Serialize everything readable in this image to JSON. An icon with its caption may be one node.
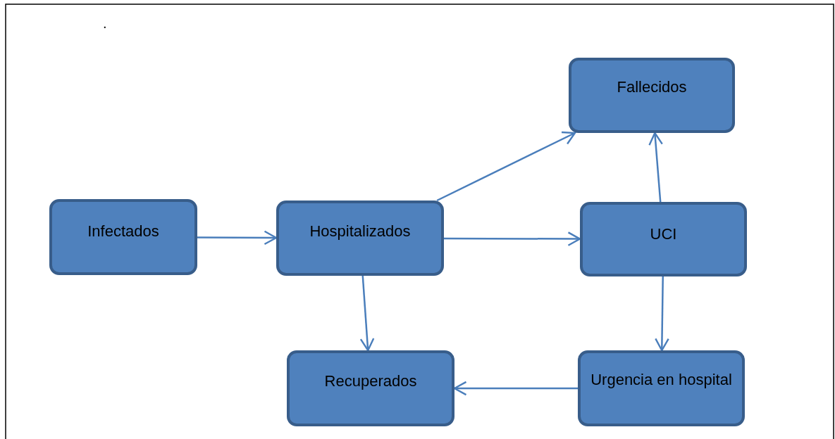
{
  "diagram": {
    "nodes": [
      {
        "text": [
          "Infectados"
        ]
      },
      {
        "text": [
          "Hospitalizados"
        ]
      },
      {
        "text": [
          "Fallecidos"
        ]
      },
      {
        "text": [
          "UCI"
        ]
      },
      {
        "text": [
          "Recuperados"
        ]
      },
      {
        "text": [
          "Urgencia en hospital"
        ]
      }
    ],
    "edges": [
      {
        "from": 0,
        "to": 1,
        "arrow": "to"
      },
      {
        "from": 1,
        "to": 2,
        "arrow": "to"
      },
      {
        "from": 1,
        "to": 3,
        "arrow": "to"
      },
      {
        "from": 3,
        "to": 2,
        "arrow": "to"
      },
      {
        "from": 1,
        "to": 4,
        "arrow": "to"
      },
      {
        "from": 3,
        "to": 5,
        "arrow": "to"
      },
      {
        "from": 5,
        "to": 4,
        "arrow": "to"
      }
    ],
    "labels": [
      "."
    ]
  }
}
